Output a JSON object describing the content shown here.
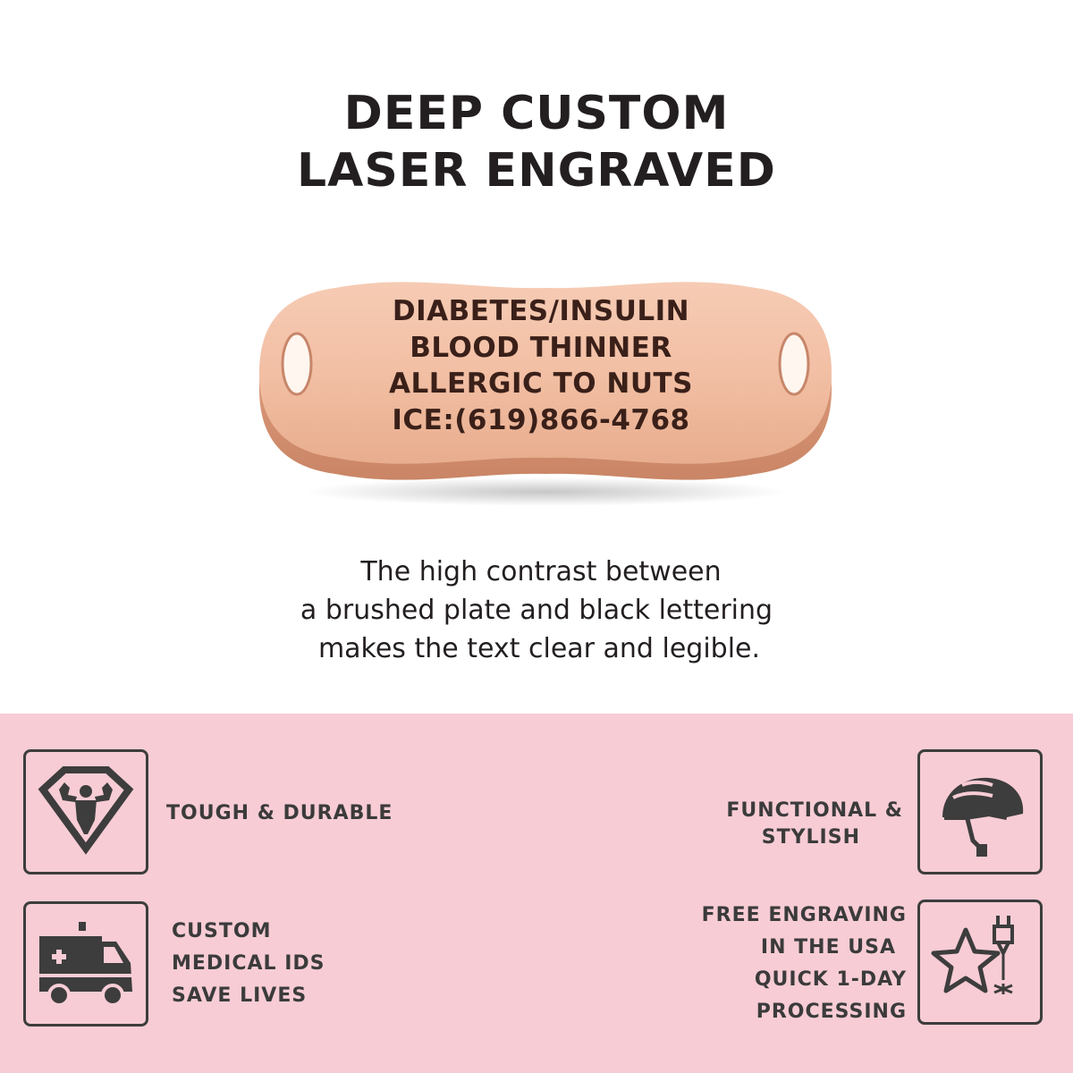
{
  "headline": {
    "line1": "DEEP CUSTOM",
    "line2": "LASER ENGRAVED"
  },
  "tag": {
    "lines": [
      "DIABETES/INSULIN",
      "BLOOD THINNER",
      "ALLERGIC TO NUTS",
      "ICE:(619)866-4768"
    ],
    "plate_color": "#f0bba0",
    "text_color": "#3a2019"
  },
  "description": {
    "line1": "The high contrast between",
    "line2": "a brushed plate and black lettering",
    "line3": "makes the text clear and legible."
  },
  "features": {
    "tough": {
      "icon": "superhero-icon",
      "line1": "TOUGH & DURABLE"
    },
    "functional": {
      "icon": "helmet-icon",
      "line1": "FUNCTIONAL &",
      "line2": "STYLISH"
    },
    "custom": {
      "icon": "ambulance-icon",
      "line1": "CUSTOM",
      "line2": "MEDICAL IDS",
      "line3": "SAVE LIVES"
    },
    "engraving": {
      "icon": "laser-star-icon",
      "line1": "FREE ENGRAVING",
      "line2": "IN THE USA",
      "line3": "QUICK 1-DAY",
      "line4": "PROCESSING"
    }
  },
  "colors": {
    "background": "#ffffff",
    "banner": "#f7ccd5",
    "text": "#231f20",
    "icon": "#3d3d3d"
  }
}
